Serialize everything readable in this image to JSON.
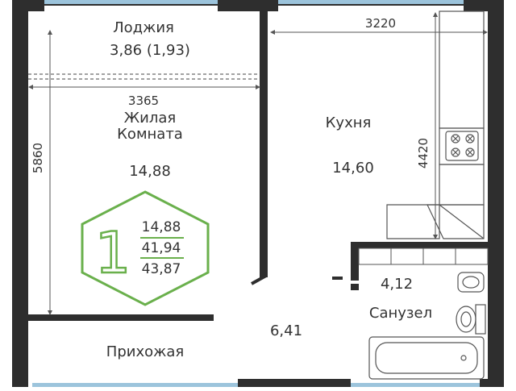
{
  "rooms": {
    "loggia": {
      "name": "Лоджия",
      "area": "3,86 (1,93)"
    },
    "living": {
      "name_line1": "Жилая",
      "name_line2": "Комната",
      "area": "14,88"
    },
    "kitchen": {
      "name": "Кухня",
      "area": "14,60"
    },
    "bathroom": {
      "name": "Санузел",
      "area": "4,12"
    },
    "hallway": {
      "name": "Прихожая",
      "area": "6,41"
    }
  },
  "dimensions": {
    "kitchen_width": "3220",
    "living_width": "3365",
    "living_height": "5860",
    "kitchen_height": "4420"
  },
  "badge": {
    "rooms_count": "1",
    "living_area": "14,88",
    "total_area": "41,94",
    "total_with_loggia": "43,87"
  },
  "colors": {
    "wall": "#2e2e2e",
    "accent": "#6ab04c",
    "window": "#9cc4dc",
    "text": "#333333"
  }
}
